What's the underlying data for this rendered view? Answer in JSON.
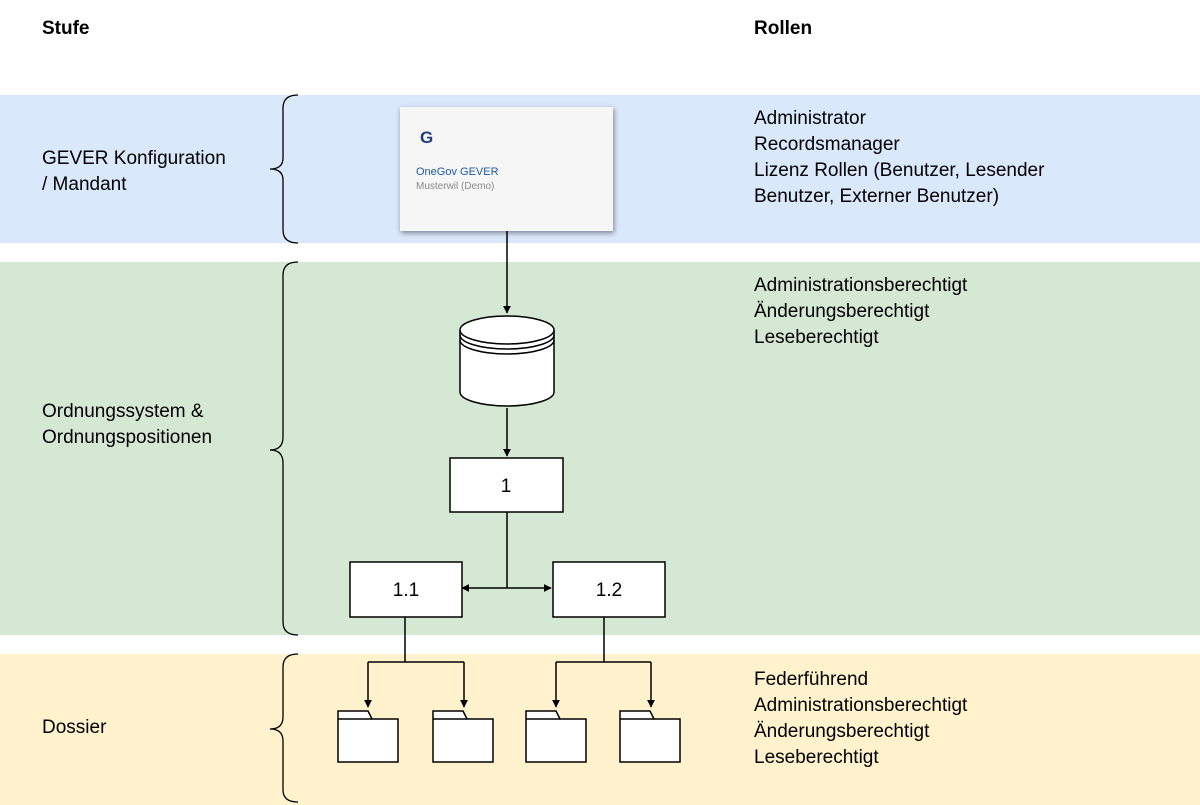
{
  "headers": {
    "stage": "Stufe",
    "roles": "Rollen"
  },
  "bands": [
    {
      "stage": [
        "GEVER Konfiguration",
        "/ Mandant"
      ],
      "color": "#dae8fc",
      "roles": [
        "Administrator",
        "Recordsmanager",
        "Lizenz Rollen (Benutzer, Lesender",
        "Benutzer,  Externer Benutzer)"
      ]
    },
    {
      "stage": [
        "Ordnungssystem &",
        "Ordnungspositionen"
      ],
      "color": "#d5e8d4",
      "roles": [
        "Administrationsberechtigt",
        "Änderungsberechtigt",
        "Leseberechtigt"
      ]
    },
    {
      "stage": [
        "Dossier"
      ],
      "color": "#fff2cc",
      "roles": [
        "Federführend",
        "Administrationsberechtigt",
        "Änderungsberechtigt",
        "Leseberechtigt"
      ]
    }
  ],
  "card": {
    "title": "OneGov GEVER",
    "subtitle": "Musterwil (Demo)",
    "logo_icon": "onegov-g-logo"
  },
  "nodes": {
    "root": "1",
    "left": "1.1",
    "right": "1.2"
  },
  "icons": {
    "repository": "database-icon",
    "dossier": "folder-icon"
  }
}
